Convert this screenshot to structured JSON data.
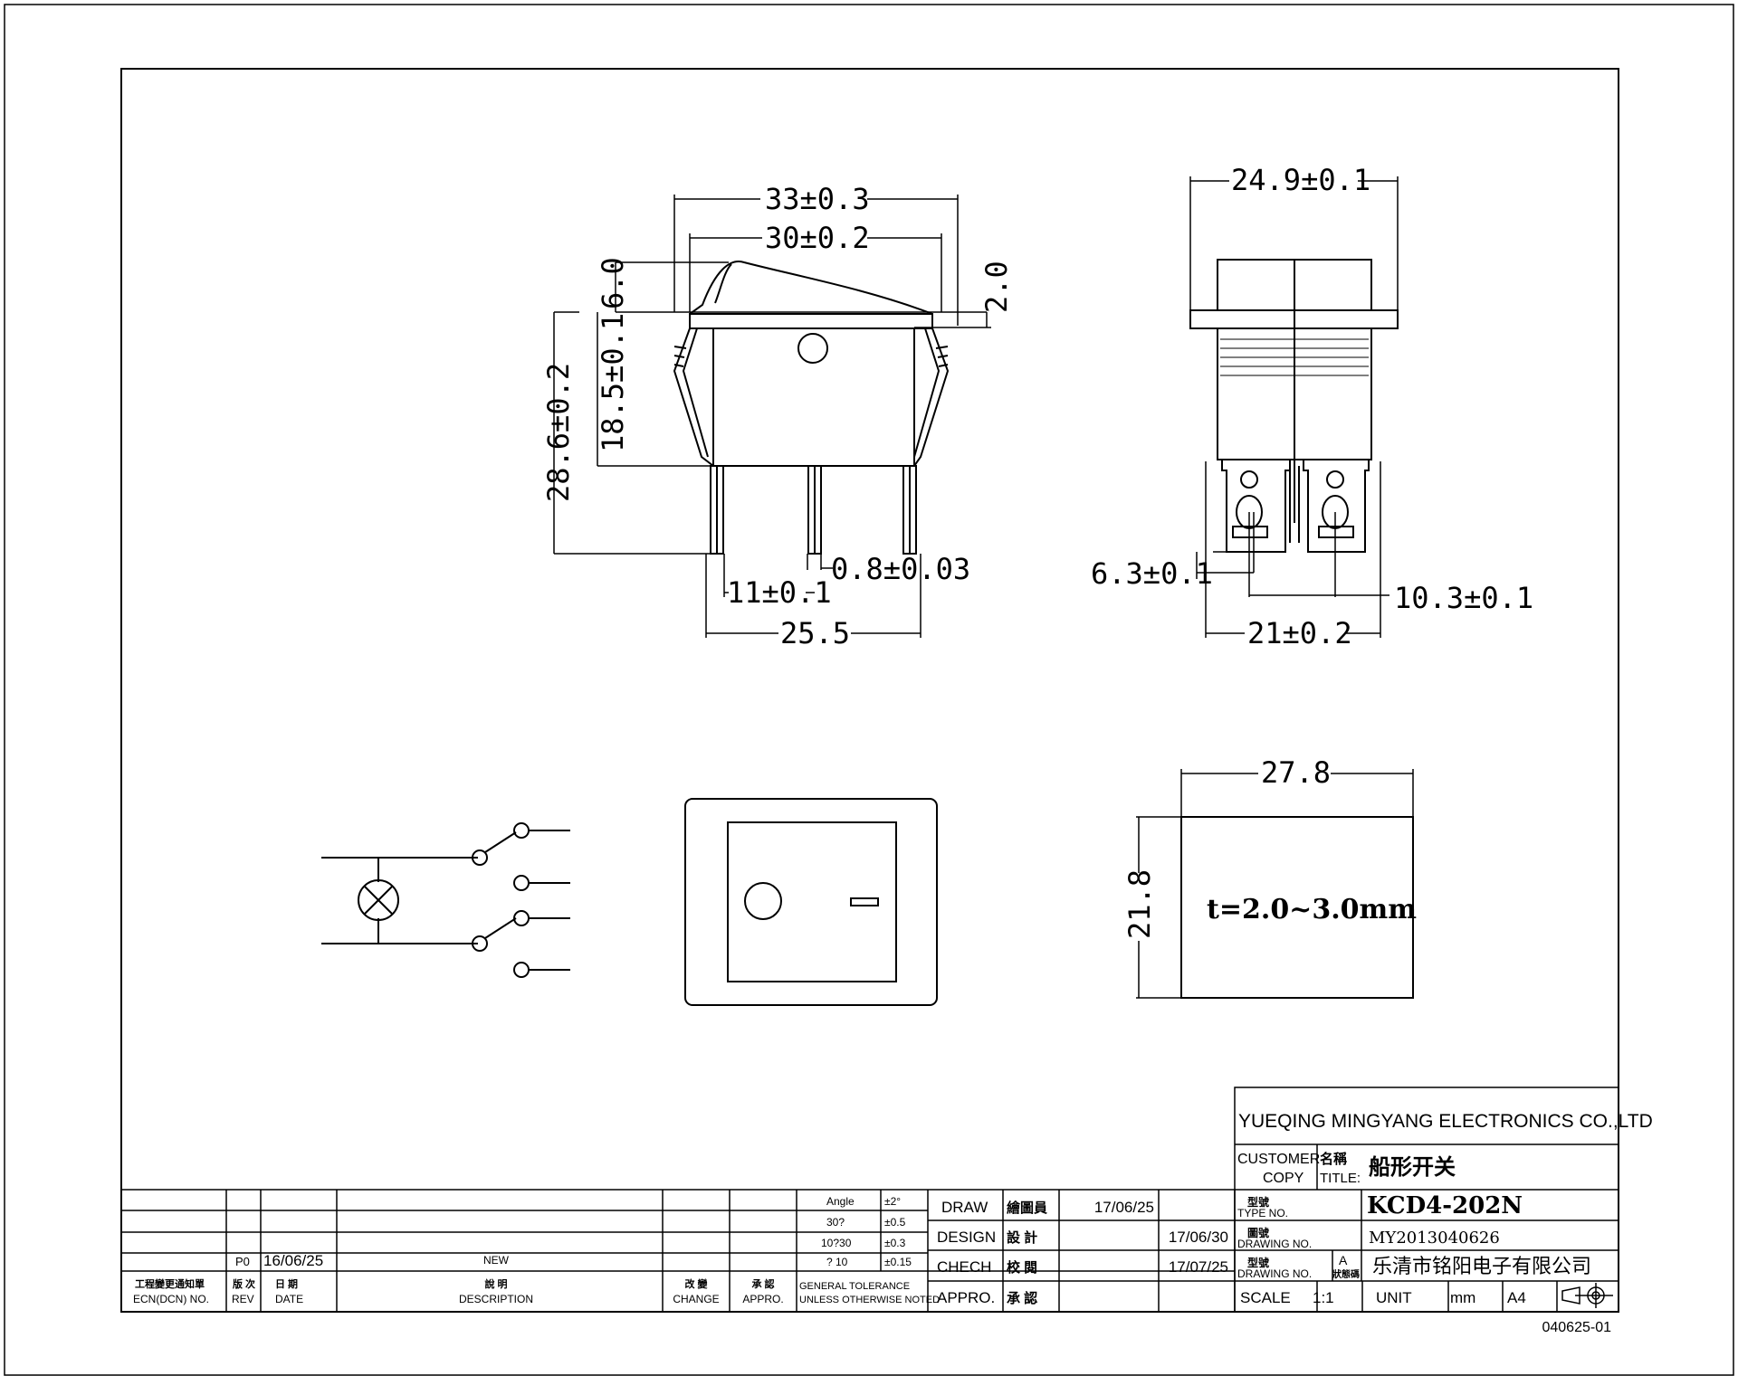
{
  "drawing": {
    "front_view": {
      "overall_width": "33±0.3",
      "inner_width": "30±0.2",
      "rocker_height": "6.0",
      "rocker_offset": "2.0",
      "total_height": "28.6±0.2",
      "body_height": "18.5±0.1",
      "terminal_thickness": "0.8±0.03",
      "terminal_pitch": "11±0.1",
      "terminal_span": "25.5"
    },
    "side_view": {
      "width": "24.9±0.1",
      "terminal_width": "6.3±0.1",
      "terminal_offset": "10.3±0.1",
      "terminal_span": "21±0.2"
    },
    "cutout": {
      "width": "27.8",
      "height": "21.8",
      "thickness_note": "t=2.0~3.0mm"
    }
  },
  "title_block": {
    "company": "YUEQING MINGYANG ELECTRONICS CO.,LTD",
    "customer_label": "CUSTOMER",
    "copy_label": "COPY",
    "name_zh": "名稱",
    "title_label": "TITLE:",
    "title_value": "船形开关",
    "type_zh": "型號",
    "type_label": "TYPE NO.",
    "type_value": "KCD4-202N",
    "drawing_zh": "圖號",
    "drawing_label": "DRAWING NO.",
    "drawing_value": "MY2013040626",
    "drawing2_zh": "型號",
    "drawing2_label": "DRAWING NO.",
    "rev_mark": "A",
    "rev_mark_zh": "狀態碼",
    "factory_name": "乐清市铭阳电子有限公司",
    "scale_label": "SCALE",
    "scale_value": "1:1",
    "unit_label": "UNIT",
    "unit_value": "mm",
    "paper_size": "A4",
    "sign_rows": [
      {
        "label": "DRAW",
        "zh": "繪圖員",
        "date": "17/06/25"
      },
      {
        "label": "DESIGN",
        "zh": "設 計",
        "date": "17/06/30"
      },
      {
        "label": "CHECH",
        "zh": "校 閱",
        "date": "17/07/25"
      },
      {
        "label": "APPRO.",
        "zh": "承 認",
        "date": ""
      }
    ],
    "tolerances": [
      {
        "range": "Angle",
        "tol": "±2°"
      },
      {
        "range": "30?",
        "tol": "±0.5"
      },
      {
        "range": "10?30",
        "tol": "±0.3"
      },
      {
        "range": "? 10",
        "tol": "±0.15"
      }
    ],
    "tolerance_note_1": "GENERAL TOLERANCE",
    "tolerance_note_2": "UNLESS OTHERWISE NOTED",
    "revision": {
      "ecn": "",
      "rev": "P0",
      "date": "16/06/25",
      "description": "NEW"
    },
    "headers": {
      "ecn_zh": "工程變更通知單",
      "ecn": "ECN(DCN) NO.",
      "rev_zh": "版 次",
      "rev": "REV",
      "date_zh": "日 期",
      "date": "DATE",
      "desc_zh": "說 明",
      "desc": "DESCRIPTION",
      "change_zh": "改 變",
      "change": "CHANGE",
      "appro_zh": "承 認",
      "appro": "APPRO."
    },
    "footer_code": "040625-01"
  }
}
